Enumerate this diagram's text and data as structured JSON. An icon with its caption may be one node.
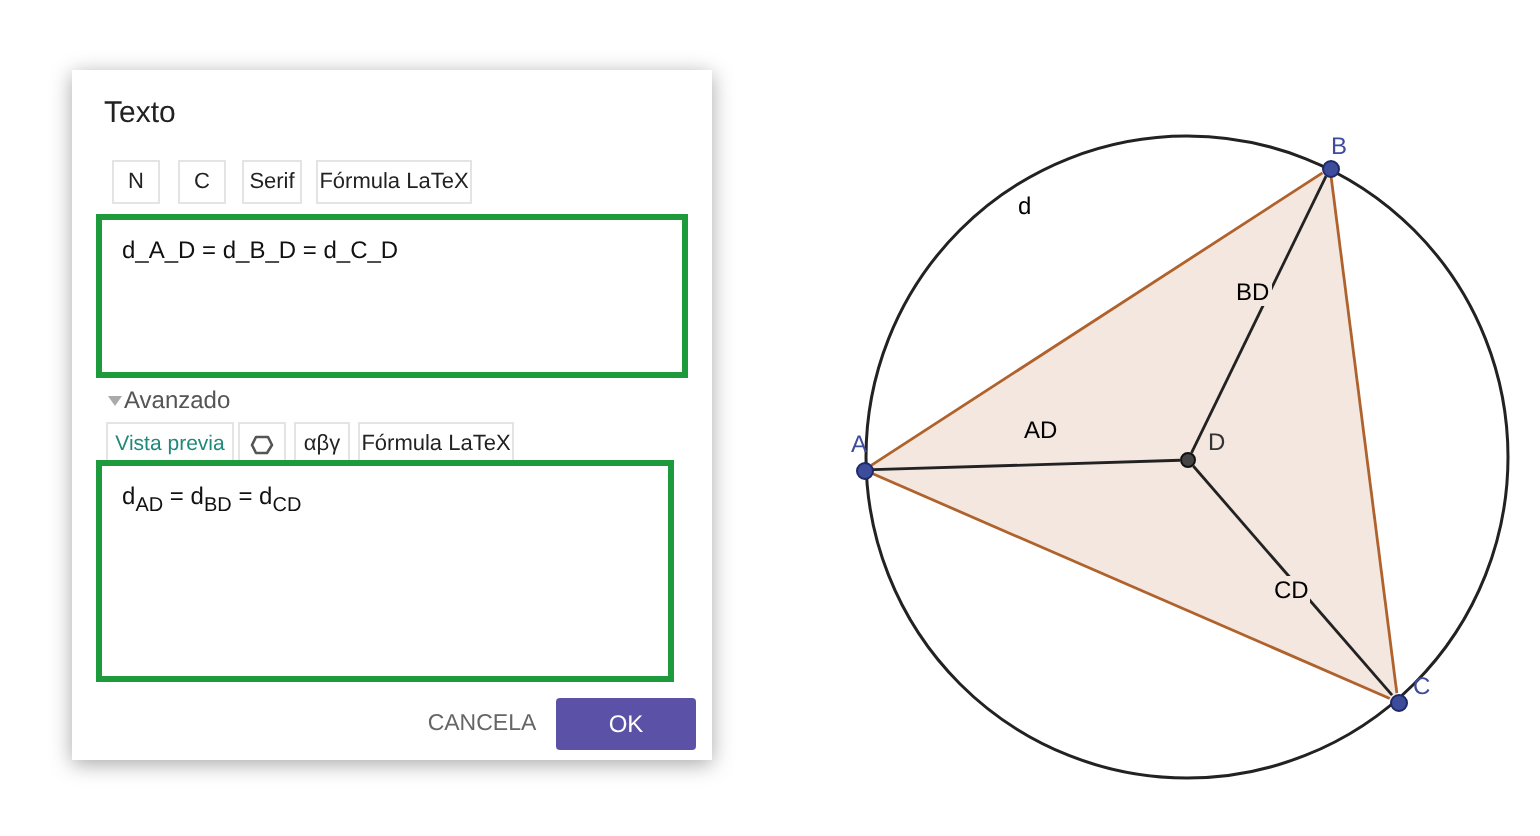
{
  "diagram": {
    "nodes": [
      {
        "text": [
          "Texto"
        ]
      },
      {
        "text": [
          "N"
        ],
        "in": 0
      },
      {
        "text": [
          "C"
        ],
        "in": 0
      },
      {
        "text": [
          "Serif"
        ],
        "in": 0
      },
      {
        "text": [
          "Fórmula LaTeX"
        ],
        "in": 0
      },
      {
        "text": [
          "d_A_D = d_B_D = d_C_D"
        ],
        "in": 0
      },
      {
        "text": [
          "Vista previa"
        ],
        "in": 0
      },
      {
        "text": [],
        "shape": "box",
        "in": 0
      },
      {
        "text": [
          "αβγ"
        ],
        "in": 0
      },
      {
        "text": [
          "Fórmula LaTeX"
        ],
        "in": 0
      },
      {
        "text": [
          "d$_{AD}$ = d$_{BD}$ = d$_{CD}$"
        ],
        "in": 0
      },
      {
        "text": [
          "CANCELA"
        ],
        "in": 0
      },
      {
        "text": [
          "OK"
        ],
        "in": 0
      },
      {
        "text": [
          "d"
        ]
      },
      {
        "text": [],
        "shape": "circle",
        "beside": [
          "A"
        ],
        "in": 13
      },
      {
        "text": [],
        "shape": "circle",
        "beside": [
          "B"
        ],
        "in": 13
      },
      {
        "text": [],
        "shape": "circle",
        "beside": [
          "C"
        ],
        "in": 13
      },
      {
        "text": [],
        "shape": "circle",
        "beside": [
          "D"
        ],
        "in": 13
      }
    ],
    "edges": [
      {
        "from": 14,
        "to": 15,
        "arrow": "none",
        "color": "#b0622c"
      },
      {
        "from": 15,
        "to": 16,
        "arrow": "none",
        "color": "#b0622c"
      },
      {
        "from": 16,
        "to": 14,
        "arrow": "none",
        "color": "#b0622c"
      },
      {
        "from": 14,
        "to": 17,
        "arrow": "none",
        "label": "AD",
        "color": "#222222"
      },
      {
        "from": 15,
        "to": 17,
        "arrow": "none",
        "label": "BD",
        "color": "#222222"
      },
      {
        "from": 16,
        "to": 17,
        "arrow": "none",
        "label": "CD",
        "color": "#222222"
      }
    ],
    "labels": [
      "Avanzado"
    ]
  }
}
